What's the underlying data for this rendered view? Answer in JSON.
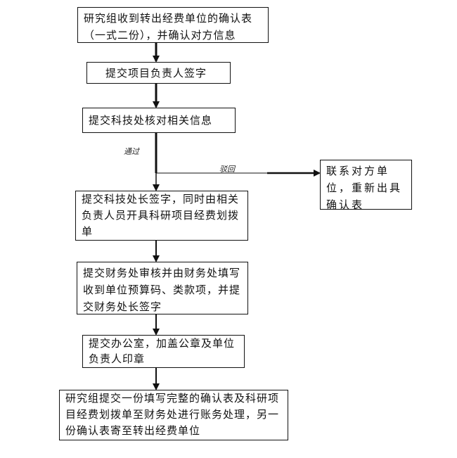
{
  "flowchart": {
    "steps": [
      {
        "id": "step-1",
        "text": "研究组收到转出经费单位的确认表（一式二份），并确认对方信息"
      },
      {
        "id": "step-2",
        "text": "提交项目负责人签字"
      },
      {
        "id": "step-3",
        "text": "提交科技处核对相关信息"
      },
      {
        "id": "step-4",
        "text": "提交科技处长签字，同时由相关负责人员开具科研项目经费划拨单"
      },
      {
        "id": "step-5",
        "text": "提交财务处审核并由财务处填写收到单位预算码、类款项，并提交财务处长签字"
      },
      {
        "id": "step-6",
        "text": "提交办公室，加盖公章及单位负责人印章"
      },
      {
        "id": "step-7",
        "text": "研究组提交一份填写完整的确认表及科研项目经费划拨单至财务处进行账务处理，另一份确认表寄至转出经费单位"
      }
    ],
    "reject_step": {
      "text": "联系对方单位，重新出具确认表"
    },
    "edge_labels": {
      "pass": "通过",
      "reject": "驳回"
    }
  }
}
